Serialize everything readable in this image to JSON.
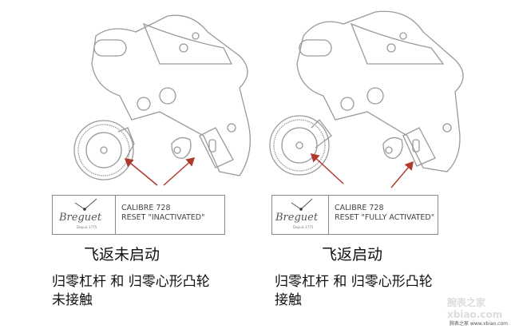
{
  "left_panel": {
    "brand": "Breguet",
    "brand_sub": "Depuis 1775",
    "calibre": "CALIBRE 728",
    "status": "RESET \"INACTIVATED\"",
    "title": "飞返未启动",
    "description_line1": "归零杠杆 和 归零心形凸轮",
    "description_line2": "未接触"
  },
  "right_panel": {
    "brand": "Breguet",
    "brand_sub": "Depuis 1775",
    "calibre": "CALIBRE 728",
    "status": "RESET \"FULLY ACTIVATED\"",
    "title": "飞返启动",
    "description_line1": "归零杠杆 和 归零心形凸轮",
    "description_line2": "接触"
  },
  "watermark": {
    "logo": "腕表之家 xbiao.com",
    "footer": "腕表之家 www.xbiao.com"
  },
  "colors": {
    "line": "#9a9a9a",
    "arrow": "#b03a2e"
  }
}
